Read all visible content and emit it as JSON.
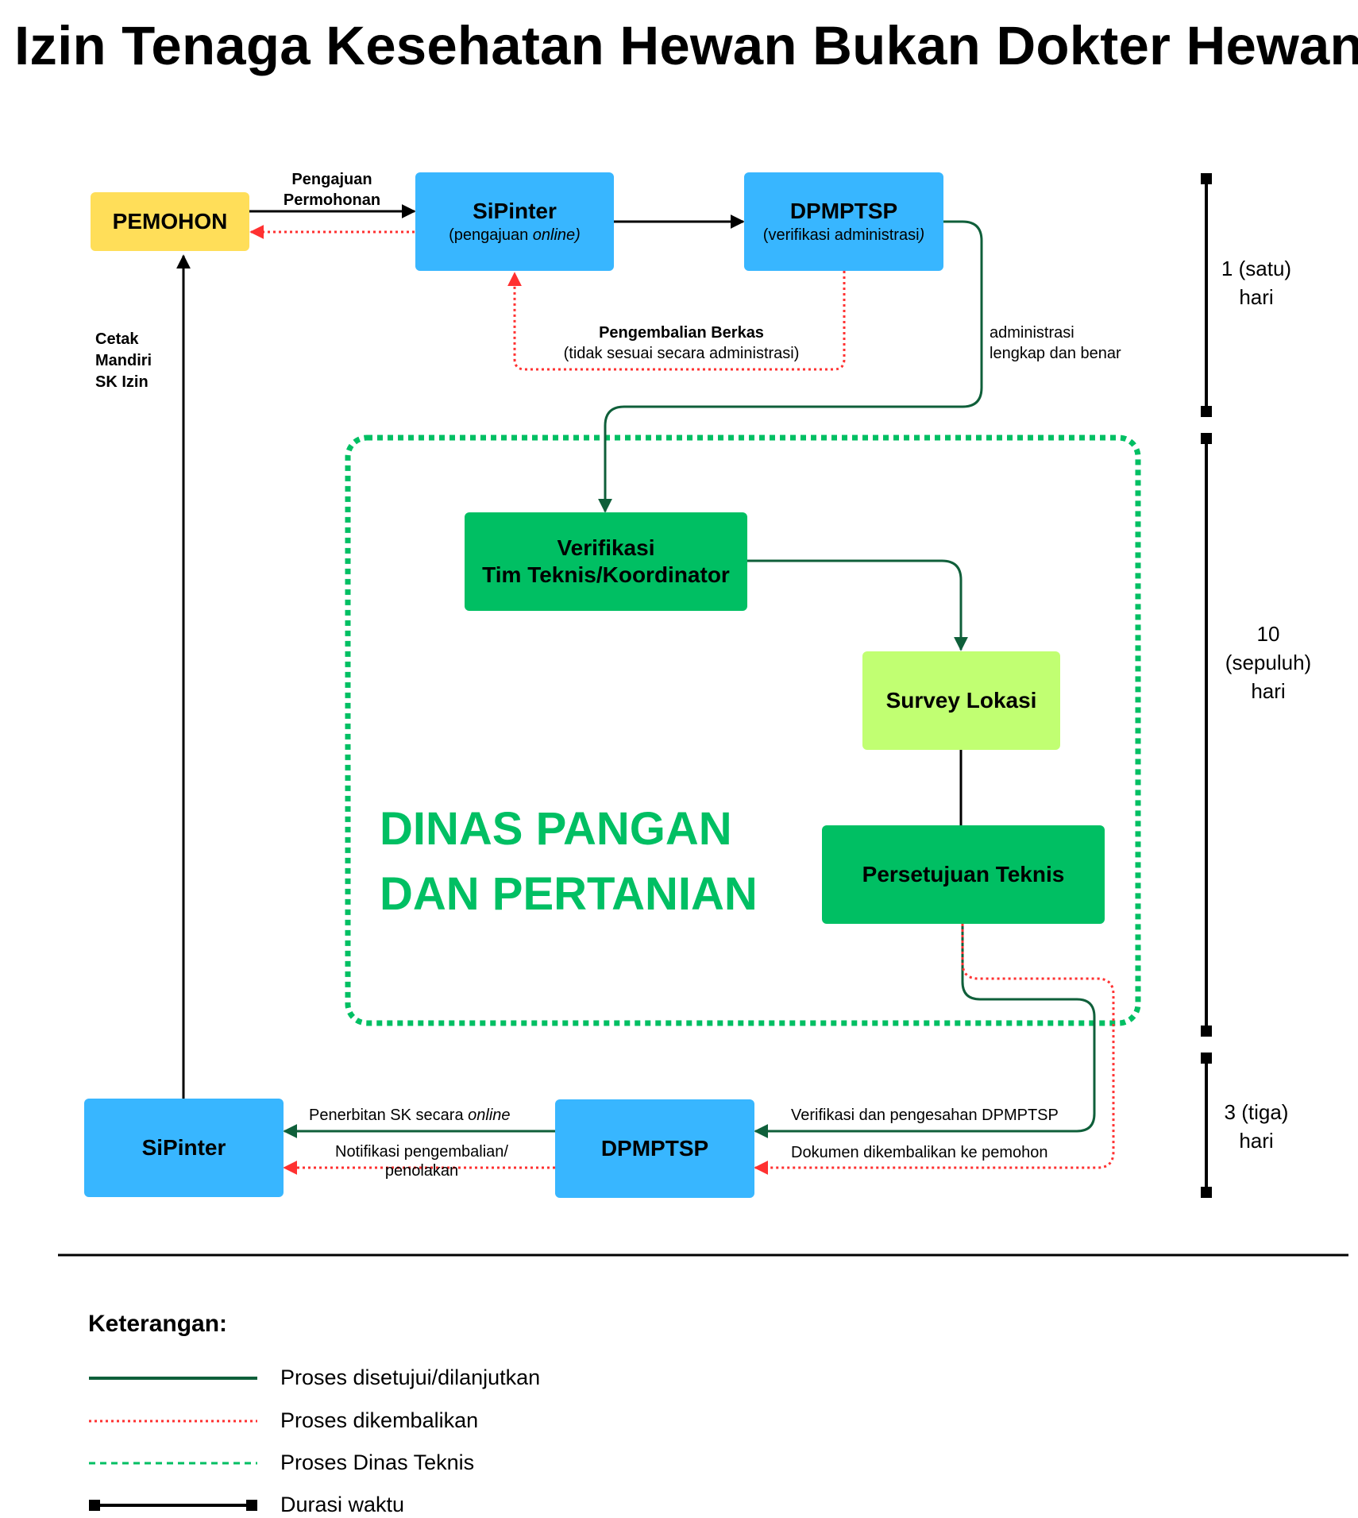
{
  "title": "Izin Tenaga Kesehatan Hewan Bukan Dokter Hewan",
  "nodes": {
    "pemohon": "PEMOHON",
    "sipinter_top_title": "SiPinter",
    "sipinter_top_sub_prefix": "(pengajuan ",
    "sipinter_top_sub_italic": "online)",
    "dpmptsp_top_title": "DPMPTSP",
    "dpmptsp_top_sub_prefix": "(verifikasi administrasi",
    "dpmptsp_top_sub_italic": ")",
    "verifikasi_line1": "Verifikasi",
    "verifikasi_line2": "Tim Teknis/Koordinator",
    "survey": "Survey Lokasi",
    "persetujuan": "Persetujuan Teknis",
    "sipinter_bottom": "SiPinter",
    "dpmptsp_bottom": "DPMPTSP"
  },
  "labels": {
    "pengajuan_line1": "Pengajuan",
    "pengajuan_line2": "Permohonan",
    "pengembalian_title": "Pengembalian Berkas",
    "pengembalian_sub": "(tidak sesuai secara administrasi)",
    "admin_line1": "administrasi",
    "admin_line2": "lengkap dan benar",
    "cetak_line1": "Cetak",
    "cetak_line2": "Mandiri",
    "cetak_line3": "SK Izin",
    "dinas_line1": "DINAS PANGAN",
    "dinas_line2": "DAN PERTANIAN",
    "penerbitan_prefix": "Penerbitan SK secara ",
    "penerbitan_italic": "online",
    "notifikasi_line1": "Notifikasi pengembalian/",
    "notifikasi_line2": "penolakan",
    "verifikasi_pengesahan": "Verifikasi dan pengesahan DPMPTSP",
    "dokumen_dikembalikan": "Dokumen dikembalikan ke pemohon"
  },
  "durations": {
    "d1_line1": "1 (satu)",
    "d1_line2": "hari",
    "d2_line1": "10",
    "d2_line2": "(sepuluh)",
    "d2_line3": "hari",
    "d3_line1": "3 (tiga)",
    "d3_line2": "hari"
  },
  "legend": {
    "title": "Keterangan:",
    "approved": "Proses disetujui/dilanjutkan",
    "returned": "Proses dikembalikan",
    "dinas": "Proses Dinas Teknis",
    "duration": "Durasi waktu"
  },
  "colors": {
    "blue": "#38b6ff",
    "yellow": "#ffde59",
    "green": "#00bf63",
    "lime": "#c1ff72",
    "dark_green": "#0f5f3a",
    "red_dotted": "#ff3131",
    "black": "#000000"
  }
}
